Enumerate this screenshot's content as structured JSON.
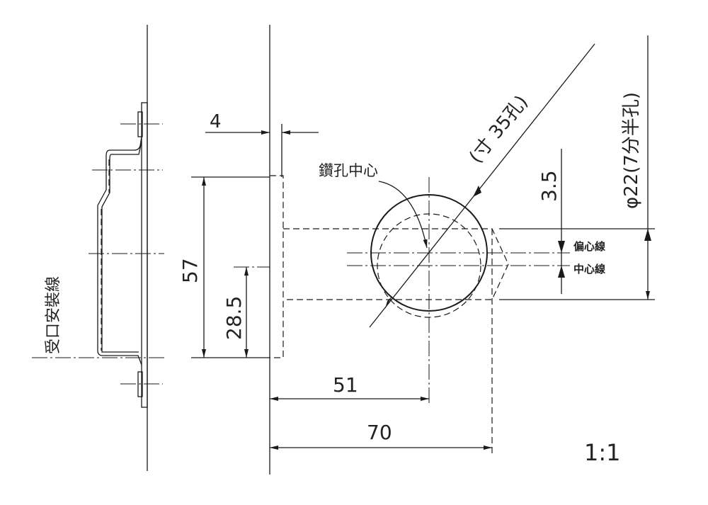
{
  "drawing": {
    "dimensions": {
      "backset_offset": "4",
      "height_total": "57",
      "height_half": "28.5",
      "eccentric": "3.5",
      "backset": "51",
      "depth": "70"
    },
    "labels": {
      "hole_35": "(寸 35孔)",
      "hole_22": "φ22(7分半孔)",
      "drill_center": "鑽孔中心",
      "eccentric_line": "偏心線",
      "center_line": "中心線",
      "strike_line": "受口安裝線",
      "scale": "1:1"
    }
  }
}
